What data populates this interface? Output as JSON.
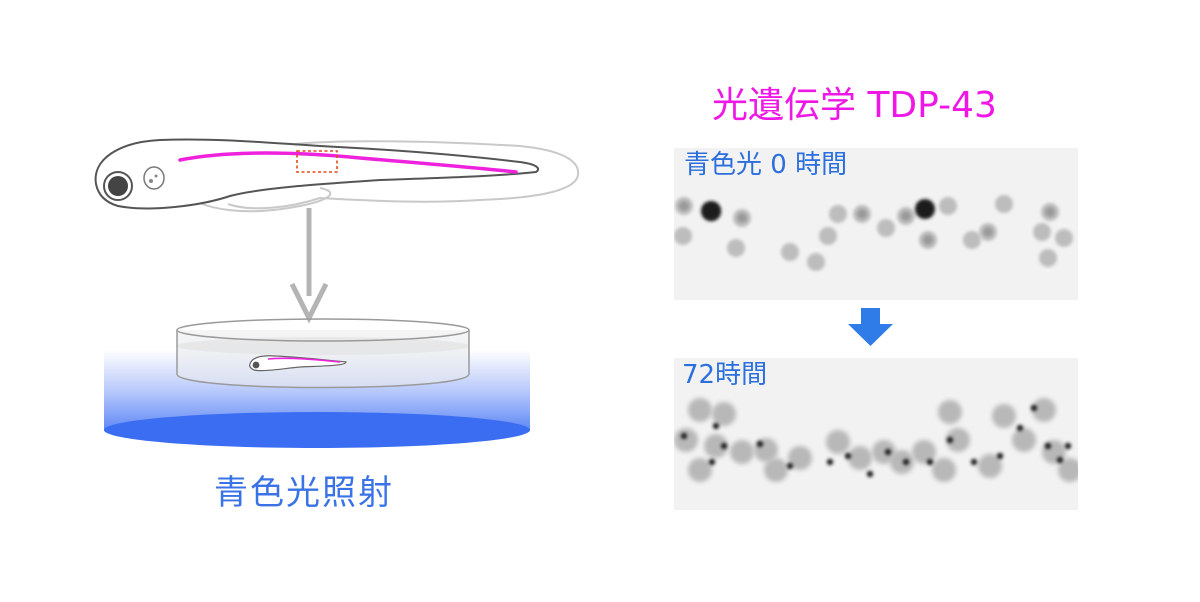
{
  "title": "光遺伝学 TDP-43",
  "illumination": {
    "label": "青色光照射"
  },
  "panels": [
    {
      "label": "青色光 0 時間"
    },
    {
      "label": "72時間"
    }
  ],
  "colors": {
    "title": "#ef17e6",
    "label_blue": "#2a6fdc",
    "neuron_magenta": "#ee22dd",
    "roi_box": "#e24a1a",
    "light_blue": "#4a7af2",
    "arrow_blue": "#2f7be8"
  }
}
